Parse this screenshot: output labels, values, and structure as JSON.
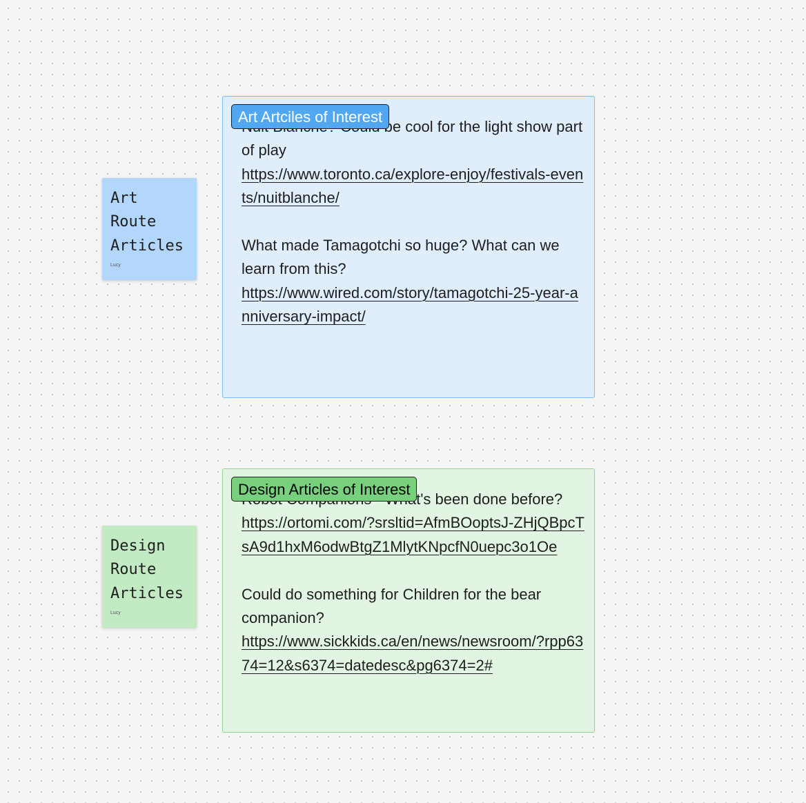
{
  "canvas": {
    "stickies": [
      {
        "title": "Art\nRoute\nArticles",
        "author": "Lucy",
        "color": "#b2d7fb"
      },
      {
        "title": "Design\nRoute\nArticles",
        "author": "Lucy",
        "color": "#c2ebc4"
      }
    ],
    "sections": [
      {
        "label": "Art Artciles of Interest",
        "label_color": "#52a8f0",
        "fill_color": "#e0eefc",
        "items": [
          {
            "text": "Nuit Blanche? Could be cool for the light show part of play",
            "url": "https://www.toronto.ca/explore-enjoy/festivals-events/nuitblanche/"
          },
          {
            "text": "What made Tamagotchi so huge? What can we learn from this?",
            "url": "https://www.wired.com/story/tamagotchi-25-year-anniversary-impact/"
          }
        ]
      },
      {
        "label": "Design Articles of Interest",
        "label_color": "#78d07c",
        "fill_color": "#e2f5e2",
        "items": [
          {
            "text": "Robot Companions - What's been done before?",
            "url": "https://ortomi.com/?srsltid=AfmBOoptsJ-ZHjQBpcTsA9d1hxM6odwBtgZ1MlytKNpcfN0uepc3o1Oe"
          },
          {
            "text": "Could do something for Children for the bear companion?",
            "url": "https://www.sickkids.ca/en/news/newsroom/?rpp6374=12&s6374=datedesc&pg6374=2#"
          }
        ]
      }
    ]
  }
}
